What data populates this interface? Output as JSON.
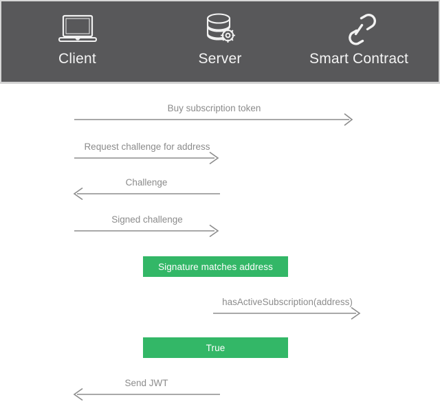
{
  "diagram": {
    "type": "sequence-diagram",
    "title": "Subscription authentication sequence",
    "colors": {
      "header_background": "#58585a",
      "header_text": "#f4f4f4",
      "canvas_background": "#ffffff",
      "arrow_line": "#8b8b8b",
      "label_text": "#8b8b8b",
      "green_box": "#33b767",
      "green_box_text": "#ffffff"
    }
  },
  "actors": [
    {
      "id": "client",
      "label": "Client",
      "icon": "laptop-icon"
    },
    {
      "id": "server",
      "label": "Server",
      "icon": "database-gear-icon"
    },
    {
      "id": "contract",
      "label": "Smart Contract",
      "icon": "chain-link-icon"
    }
  ],
  "messages": [
    {
      "id": "buy-subscription-token",
      "label": "Buy subscription token",
      "from": "client",
      "to": "contract",
      "direction": "right"
    },
    {
      "id": "request-challenge",
      "label": "Request challenge for address",
      "from": "client",
      "to": "server",
      "direction": "right"
    },
    {
      "id": "challenge",
      "label": "Challenge",
      "from": "server",
      "to": "client",
      "direction": "left"
    },
    {
      "id": "signed-challenge",
      "label": "Signed challenge",
      "from": "client",
      "to": "server",
      "direction": "right"
    },
    {
      "id": "has-active-subscription",
      "label": "hasActiveSubscription(address)",
      "from": "server",
      "to": "contract",
      "direction": "right"
    },
    {
      "id": "send-jwt",
      "label": "Send JWT",
      "from": "server",
      "to": "client",
      "direction": "left"
    }
  ],
  "notes": [
    {
      "id": "signature-matches",
      "label": "Signature matches address"
    },
    {
      "id": "true-result",
      "label": "True"
    }
  ]
}
